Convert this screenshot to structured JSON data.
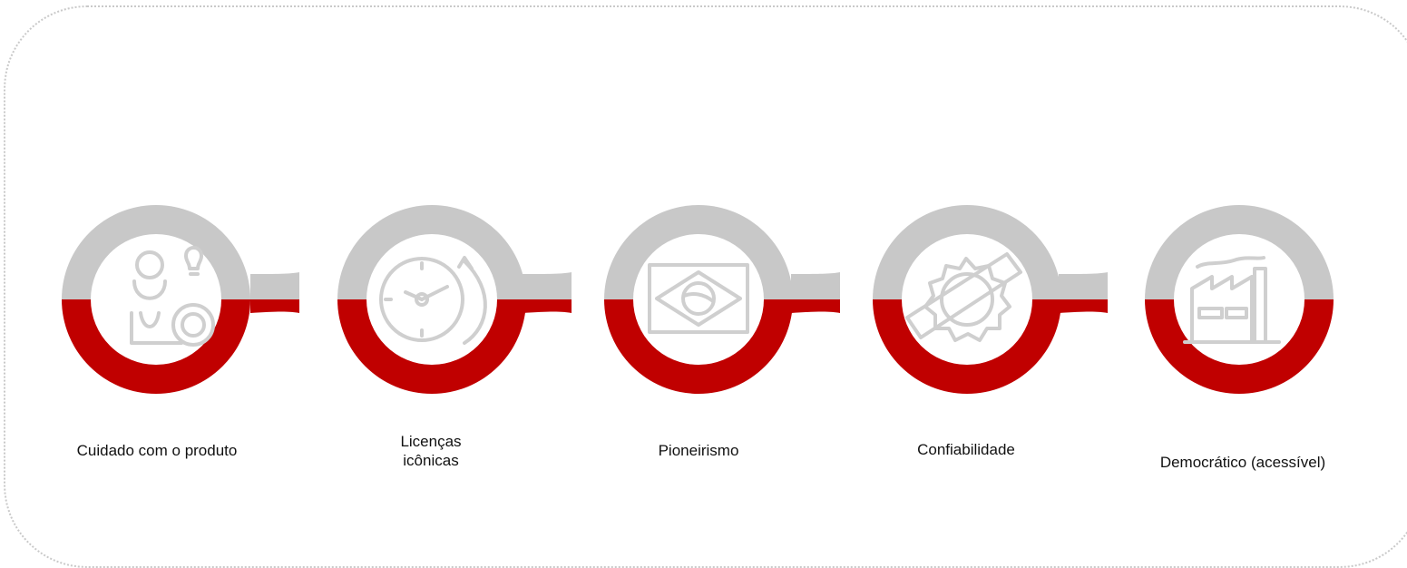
{
  "colors": {
    "top": "#c8c8c8",
    "bottom": "#c00000",
    "icon": "#cfcfcf",
    "background": "#ffffff"
  },
  "steps": [
    {
      "icon": "craftsman-with-gear-icon",
      "label_lines": [
        "Cuidado com o produto"
      ]
    },
    {
      "icon": "clock-refresh-icon",
      "label_lines": [
        "Licenças",
        "icônicas"
      ]
    },
    {
      "icon": "brazil-flag-icon",
      "label_lines": [
        "Pioneirismo"
      ]
    },
    {
      "icon": "exclusive-seal-icon",
      "label_lines": [
        "Confiabilidade"
      ]
    },
    {
      "icon": "factory-icon",
      "label_lines": [
        "Democrático (acessível)"
      ]
    }
  ]
}
